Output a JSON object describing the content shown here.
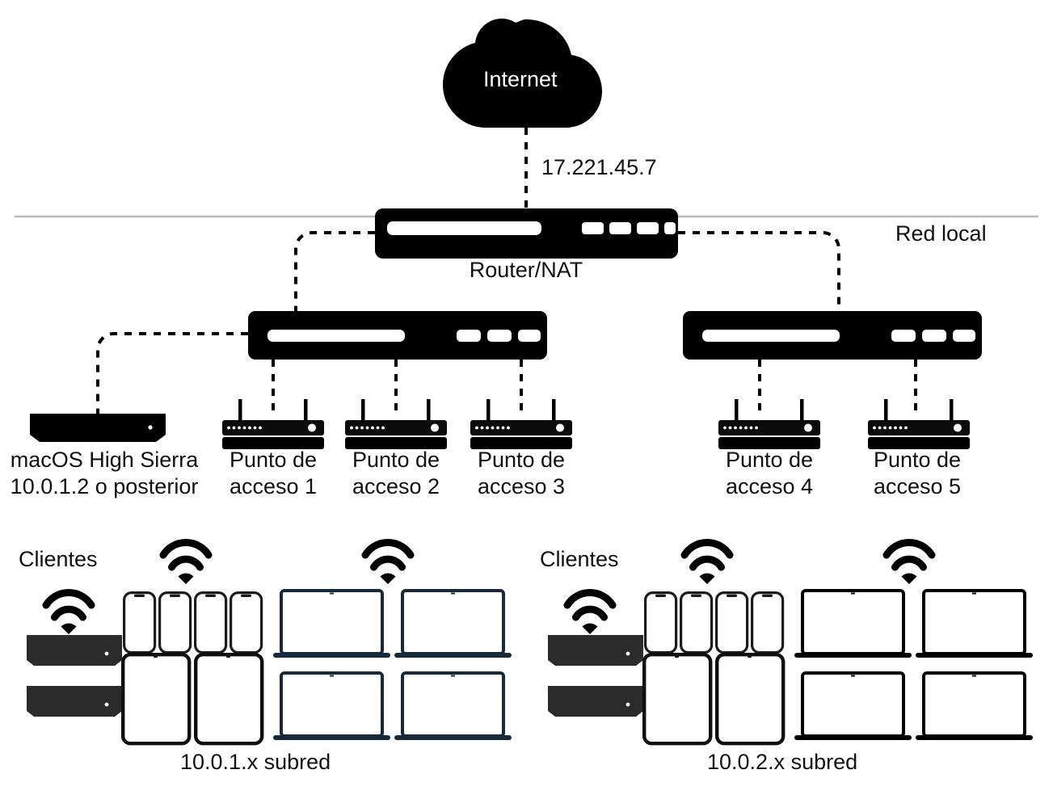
{
  "diagram": {
    "title_internet": "Internet",
    "wan_ip": "17.221.45.7",
    "local_network_label": "Red local",
    "router_label": "Router/NAT",
    "server_label_line1": "macOS High Sierra",
    "server_label_line2": "10.0.1.2 o posterior",
    "access_points": [
      {
        "line1": "Punto de",
        "line2": "acceso 1"
      },
      {
        "line1": "Punto de",
        "line2": "acceso 2"
      },
      {
        "line1": "Punto de",
        "line2": "acceso 3"
      },
      {
        "line1": "Punto de",
        "line2": "acceso 4"
      },
      {
        "line1": "Punto de",
        "line2": "acceso 5"
      }
    ],
    "client_groups": [
      {
        "clients_label": "Clientes",
        "subnet_label": "10.0.1.x subred"
      },
      {
        "clients_label": "Clientes",
        "subnet_label": "10.0.2.x subred"
      }
    ],
    "icons": {
      "cloud": "cloud-icon",
      "wifi": "wifi-icon",
      "router": "router-icon",
      "switch": "network-switch-icon",
      "access_point": "wireless-access-point-icon",
      "mac_mini": "mac-mini-icon",
      "phone": "iphone-icon",
      "tablet": "ipad-icon",
      "laptop": "macbook-icon"
    },
    "colors": {
      "device_black": "#000000",
      "laptop_navy": "#17293b",
      "mac_mini_gray": "#2b2b2b",
      "divider_gray": "#b8b8b8",
      "text": "#111111",
      "background": "#ffffff"
    }
  }
}
